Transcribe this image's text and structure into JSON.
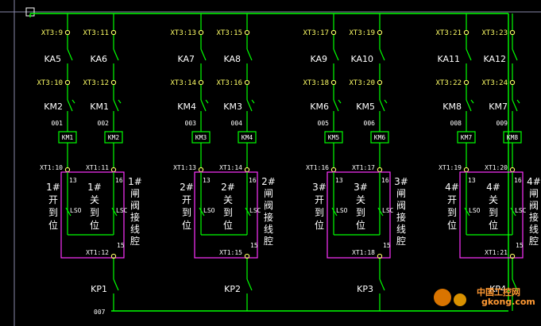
{
  "groups": [
    {
      "relays": [
        "KA5",
        "KA6"
      ],
      "top_terms": [
        "XT3:9",
        "XT3:11"
      ],
      "mid_terms": [
        "XT3:10",
        "XT3:12"
      ],
      "contactors": [
        "KM2",
        "KM1"
      ],
      "wires": [
        "001",
        "002"
      ],
      "coils": [
        "KM1",
        "KM2"
      ],
      "xt1_top": [
        "XT1:10",
        "XT1:11"
      ],
      "xt1_bot": "XT1:12",
      "open_text": [
        "1#",
        "开",
        "到",
        "位"
      ],
      "close_text": [
        "1#",
        "关",
        "到",
        "位"
      ],
      "chamber_text": [
        "1#",
        "闸",
        "阀",
        "接",
        "线",
        "腔"
      ],
      "kp": "KP1"
    },
    {
      "relays": [
        "KA7",
        "KA8"
      ],
      "top_terms": [
        "XT3:13",
        "XT3:15"
      ],
      "mid_terms": [
        "XT3:14",
        "XT3:16"
      ],
      "contactors": [
        "KM4",
        "KM3"
      ],
      "wires": [
        "003",
        "004"
      ],
      "coils": [
        "KM3",
        "KM4"
      ],
      "xt1_top": [
        "XT1:13",
        "XT1:14"
      ],
      "xt1_bot": "XT1:15",
      "open_text": [
        "2#",
        "开",
        "到",
        "位"
      ],
      "close_text": [
        "2#",
        "关",
        "到",
        "位"
      ],
      "chamber_text": [
        "2#",
        "闸",
        "阀",
        "接",
        "线",
        "腔"
      ],
      "kp": "KP2"
    },
    {
      "relays": [
        "KA9",
        "KA10"
      ],
      "top_terms": [
        "XT3:17",
        "XT3:19"
      ],
      "mid_terms": [
        "XT3:18",
        "XT3:20"
      ],
      "contactors": [
        "KM6",
        "KM5"
      ],
      "wires": [
        "005",
        "006"
      ],
      "coils": [
        "KM5",
        "KM6"
      ],
      "xt1_top": [
        "XT1:16",
        "XT1:17"
      ],
      "xt1_bot": "XT1:18",
      "open_text": [
        "3#",
        "开",
        "到",
        "位"
      ],
      "close_text": [
        "3#",
        "关",
        "到",
        "位"
      ],
      "chamber_text": [
        "3#",
        "闸",
        "阀",
        "接",
        "线",
        "腔"
      ],
      "kp": "KP3"
    },
    {
      "relays": [
        "KA11",
        "KA12"
      ],
      "top_terms": [
        "XT3:21",
        "XT3:23"
      ],
      "mid_terms": [
        "XT3:22",
        "XT3:24"
      ],
      "contactors": [
        "KM8",
        "KM7"
      ],
      "wires": [
        "008",
        "009"
      ],
      "coils": [
        "KM7",
        "KM8"
      ],
      "xt1_top": [
        "XT1:19",
        "XT1:20"
      ],
      "xt1_bot": "XT1:21",
      "open_text": [
        "4#",
        "开",
        "到",
        "位"
      ],
      "close_text": [
        "4#",
        "关",
        "到",
        "位"
      ],
      "chamber_text": [
        "4#",
        "闸",
        "阀",
        "接",
        "线",
        "腔"
      ],
      "kp": "KP4"
    }
  ],
  "pin_labels": {
    "left_top": "13",
    "right_top": "16",
    "left_sw": "LSO",
    "right_sw": "LSC",
    "bottom": "15"
  },
  "bottom_wire": "007",
  "watermark": {
    "line1": "中国工控网",
    "line2": "gkong.com"
  },
  "colors": {
    "wire": "#00ff00",
    "box": "#ff33ff",
    "coil_box": "#00ff00",
    "term": "#ffff66"
  }
}
